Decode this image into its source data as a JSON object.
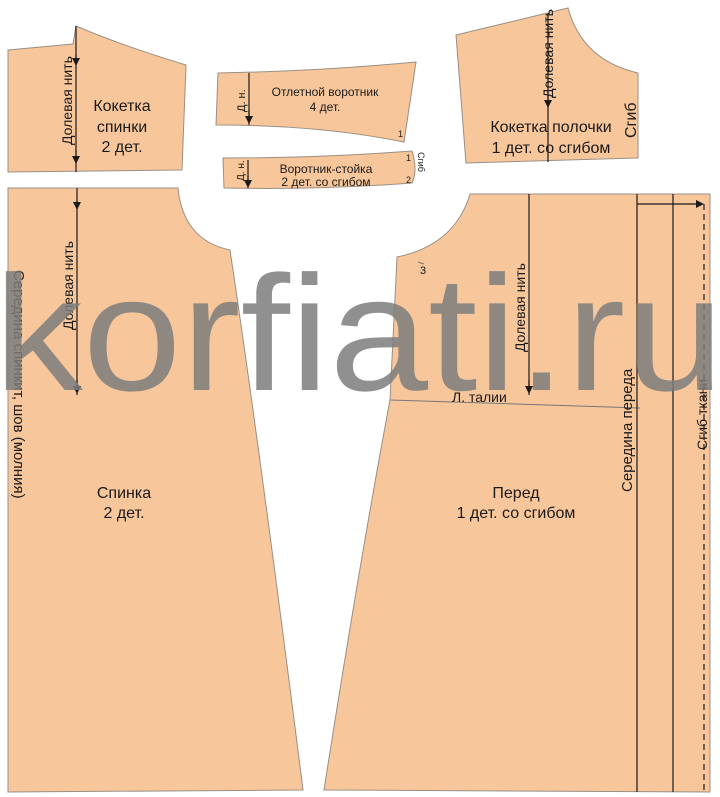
{
  "colors": {
    "fabric": "#f7c79b",
    "outline": "#9a8f84",
    "lines": "#1a1a1a",
    "watermark": "#7d7d7d",
    "background": "#ffffff"
  },
  "pieces": {
    "back_yoke": {
      "name": "Кокетка спинки",
      "count": "2 дет.",
      "grain_label": "Долевая нить"
    },
    "standing_collar_turnover": {
      "name": "Отлетной воротник",
      "count": "4 дет.",
      "grain_label": "Д. н.",
      "mark": "1"
    },
    "collar_stand": {
      "name": "Воротник-стойка",
      "count": "2 дет. со сгибом",
      "grain_label": "Д. н.",
      "fold_label": "Сгиб",
      "mark_top": "1",
      "mark_bottom": "2"
    },
    "front_yoke": {
      "name": "Кокетка полочки",
      "count": "1 дет. со сгибом",
      "grain_label": "Долевая нить",
      "fold_label": "Сгиб"
    },
    "back": {
      "name": "Спинка",
      "count": "2 дет.",
      "grain_label": "Долевая нить",
      "center_label": "Середина  спинкит, шов (молния)"
    },
    "front": {
      "name": "Перед",
      "count": "1 дет. со сгибом",
      "grain_label": "Долевая нить",
      "waist_label": "Л. талии",
      "center_label": "Середина  переда",
      "fabric_fold_label": "Сгиб ткани",
      "mark": "3"
    }
  },
  "watermark": "korfiati.ru"
}
